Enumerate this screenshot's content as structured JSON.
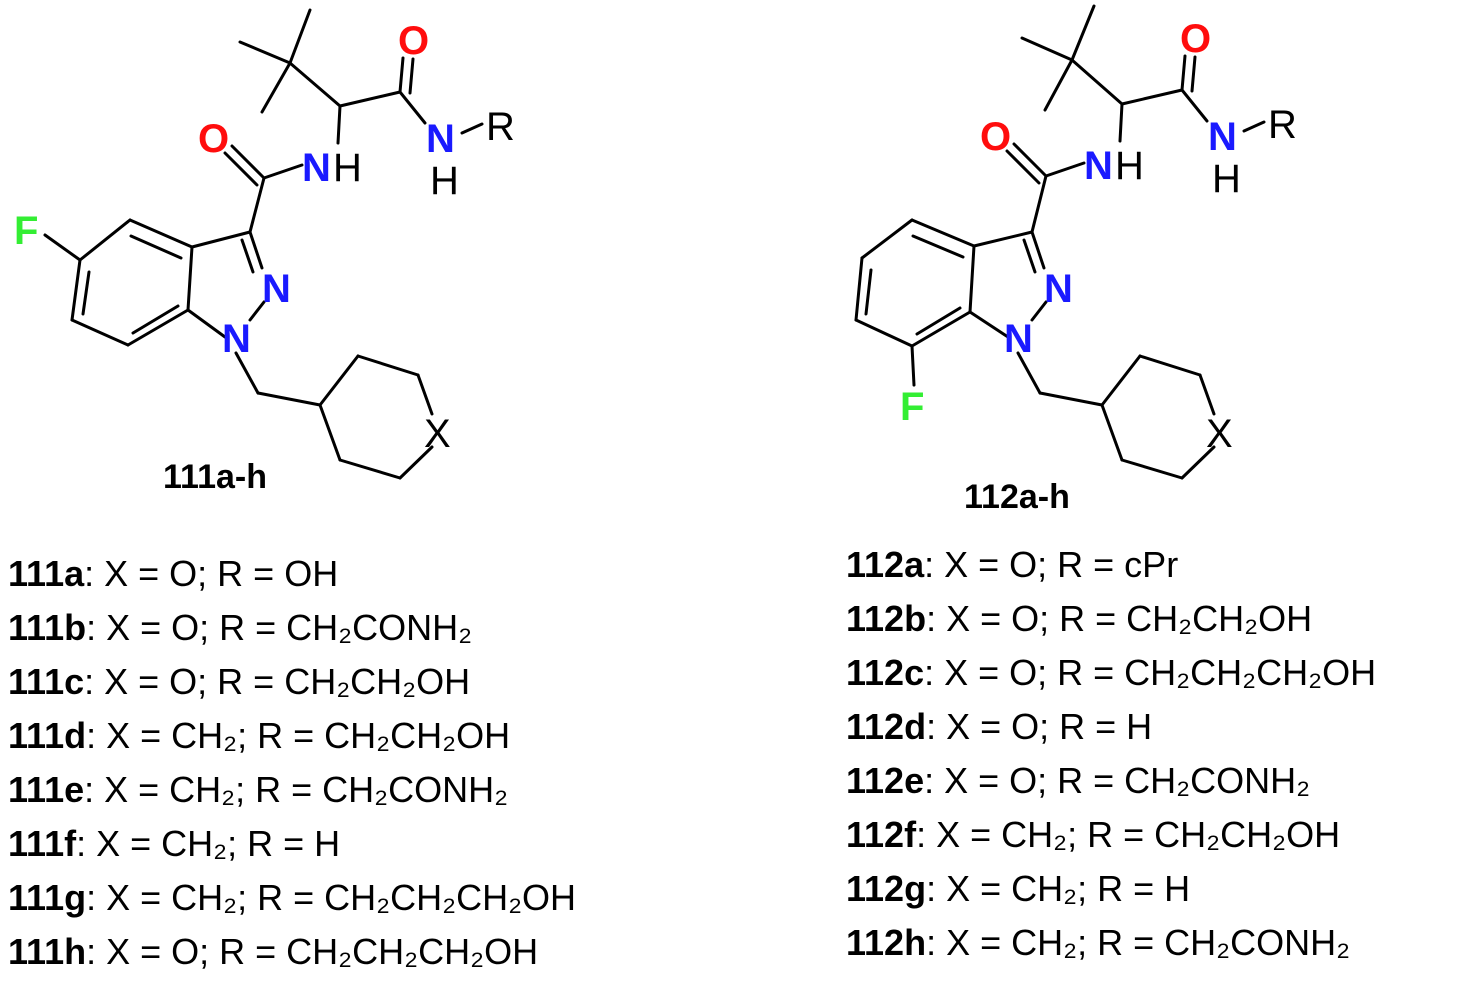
{
  "colors": {
    "oxygen": "#ff0d0d",
    "nitrogen": "#1a1aff",
    "fluorine": "#33ee33",
    "bond": "#000000"
  },
  "structure_left": {
    "label": "111a-h",
    "atoms": {
      "o_acyl": "O",
      "o_amide": "O",
      "nh_n": "N",
      "nh_h": "H",
      "nr_n": "N",
      "nr_h": "H",
      "r": "R",
      "n1": "N",
      "n2": "N",
      "f": "F",
      "x": "X"
    }
  },
  "structure_right": {
    "label": "112a-h",
    "atoms": {
      "o_acyl": "O",
      "o_amide": "O",
      "nh_n": "N",
      "nh_h": "H",
      "nr_n": "N",
      "nr_h": "H",
      "r": "R",
      "n1": "N",
      "n2": "N",
      "f": "F",
      "x": "X"
    }
  },
  "compounds_left": [
    {
      "id": "111a",
      "text": ": X = O; R = OH"
    },
    {
      "id": "111b",
      "text": ": X = O; R = CH₂CONH₂"
    },
    {
      "id": "111c",
      "text": ": X = O; R = CH₂CH₂OH"
    },
    {
      "id": "111d",
      "text": ": X = CH₂; R = CH₂CH₂OH"
    },
    {
      "id": "111e",
      "text": ": X = CH₂; R = CH₂CONH₂"
    },
    {
      "id": "111f",
      "text": ": X = CH₂; R = H"
    },
    {
      "id": "111g",
      "text": ": X = CH₂; R = CH₂CH₂CH₂OH"
    },
    {
      "id": "111h",
      "text": ": X = O; R = CH₂CH₂CH₂OH"
    }
  ],
  "compounds_right": [
    {
      "id": "112a",
      "text": ": X = O; R = cPr"
    },
    {
      "id": "112b",
      "text": ": X = O; R = CH₂CH₂OH"
    },
    {
      "id": "112c",
      "text": ": X = O; R = CH₂CH₂CH₂OH"
    },
    {
      "id": "112d",
      "text": ": X = O; R = H"
    },
    {
      "id": "112e",
      "text": ": X = O; R = CH₂CONH₂"
    },
    {
      "id": "112f",
      "text": ": X = CH₂; R = CH₂CH₂OH"
    },
    {
      "id": "112g",
      "text": ": X = CH₂; R = H"
    },
    {
      "id": "112h",
      "text": ": X = CH₂; R = CH₂CONH₂"
    }
  ]
}
